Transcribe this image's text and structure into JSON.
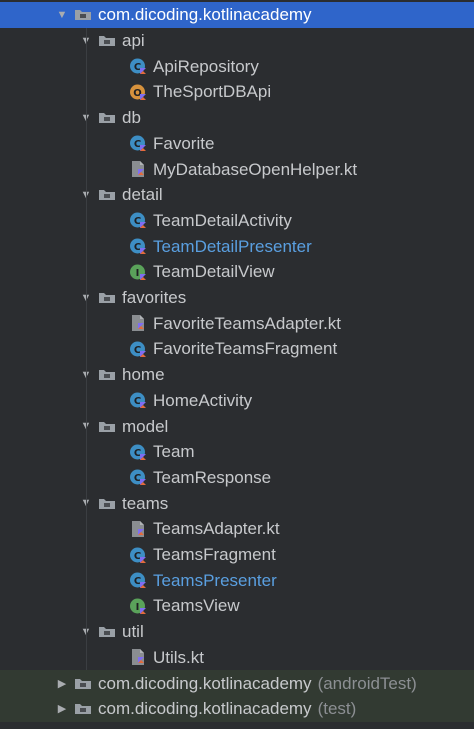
{
  "tree": {
    "root": {
      "label": "com.dicoding.kotlinacademy"
    },
    "packages": [
      {
        "label": "api",
        "items": [
          {
            "label": "ApiRepository",
            "kind": "class-icon",
            "color": "#3d8ec4"
          },
          {
            "label": "TheSportDBApi",
            "kind": "object-icon",
            "color": "#d7923d"
          }
        ]
      },
      {
        "label": "db",
        "items": [
          {
            "label": "Favorite",
            "kind": "class-icon",
            "color": "#3d8ec4"
          },
          {
            "label": "MyDatabaseOpenHelper.kt",
            "kind": "kotlin-file-icon",
            "color": "#8a8d91"
          }
        ]
      },
      {
        "label": "detail",
        "items": [
          {
            "label": "TeamDetailActivity",
            "kind": "class-icon",
            "color": "#3d8ec4"
          },
          {
            "label": "TeamDetailPresenter",
            "kind": "class-icon",
            "color": "#3d8ec4",
            "modified": true
          },
          {
            "label": "TeamDetailView",
            "kind": "interface-icon",
            "color": "#5aa25a"
          }
        ]
      },
      {
        "label": "favorites",
        "items": [
          {
            "label": "FavoriteTeamsAdapter.kt",
            "kind": "kotlin-file-icon",
            "color": "#8a8d91"
          },
          {
            "label": "FavoriteTeamsFragment",
            "kind": "class-icon",
            "color": "#3d8ec4"
          }
        ]
      },
      {
        "label": "home",
        "items": [
          {
            "label": "HomeActivity",
            "kind": "class-icon",
            "color": "#3d8ec4"
          }
        ]
      },
      {
        "label": "model",
        "items": [
          {
            "label": "Team",
            "kind": "class-icon",
            "color": "#3d8ec4"
          },
          {
            "label": "TeamResponse",
            "kind": "class-icon",
            "color": "#3d8ec4"
          }
        ]
      },
      {
        "label": "teams",
        "items": [
          {
            "label": "TeamsAdapter.kt",
            "kind": "kotlin-file-icon",
            "color": "#8a8d91"
          },
          {
            "label": "TeamsFragment",
            "kind": "class-icon",
            "color": "#3d8ec4"
          },
          {
            "label": "TeamsPresenter",
            "kind": "class-icon",
            "color": "#3d8ec4",
            "modified": true
          },
          {
            "label": "TeamsView",
            "kind": "interface-icon",
            "color": "#5aa25a"
          }
        ]
      },
      {
        "label": "util",
        "items": [
          {
            "label": "Utils.kt",
            "kind": "kotlin-file-icon",
            "color": "#8a8d91"
          }
        ]
      }
    ],
    "siblings": [
      {
        "label": "com.dicoding.kotlinacademy",
        "suffix": "(androidTest)"
      },
      {
        "label": "com.dicoding.kotlinacademy",
        "suffix": "(test)"
      }
    ]
  },
  "colors": {
    "background": "#2b2d30",
    "selected": "#2f65ca",
    "test_row_bg": "#323a32",
    "modified_text": "#5a9fe0"
  }
}
